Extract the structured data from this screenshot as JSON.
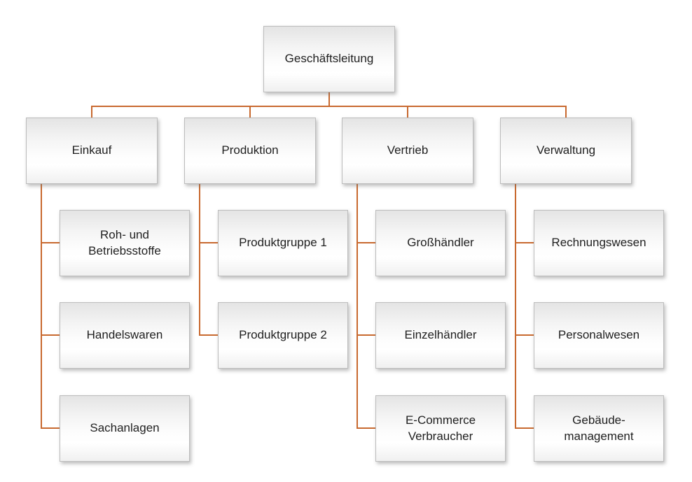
{
  "chart": {
    "type": "org-chart",
    "root": {
      "label": "Geschäftsleitung"
    },
    "columns": [
      {
        "label": "Einkauf",
        "children": [
          {
            "label": "Roh- und\nBetriebsstoffe"
          },
          {
            "label": "Handelswaren"
          },
          {
            "label": "Sachanlagen"
          }
        ]
      },
      {
        "label": "Produktion",
        "children": [
          {
            "label": "Produktgruppe 1"
          },
          {
            "label": "Produktgruppe 2"
          }
        ]
      },
      {
        "label": "Vertrieb",
        "children": [
          {
            "label": "Großhändler"
          },
          {
            "label": "Einzelhändler"
          },
          {
            "label": "E-Commerce\nVerbraucher"
          }
        ]
      },
      {
        "label": "Verwaltung",
        "children": [
          {
            "label": "Rechnungswesen"
          },
          {
            "label": "Personalwesen"
          },
          {
            "label": "Gebäude-\nmanagement"
          }
        ]
      }
    ],
    "colors": {
      "connector": "#c8692f",
      "node_border": "#bcbcbc",
      "node_fill_top": "#e4e4e4",
      "node_fill_bottom": "#f0f0f0",
      "text": "#1f1f1f",
      "background": "#ffffff"
    }
  }
}
